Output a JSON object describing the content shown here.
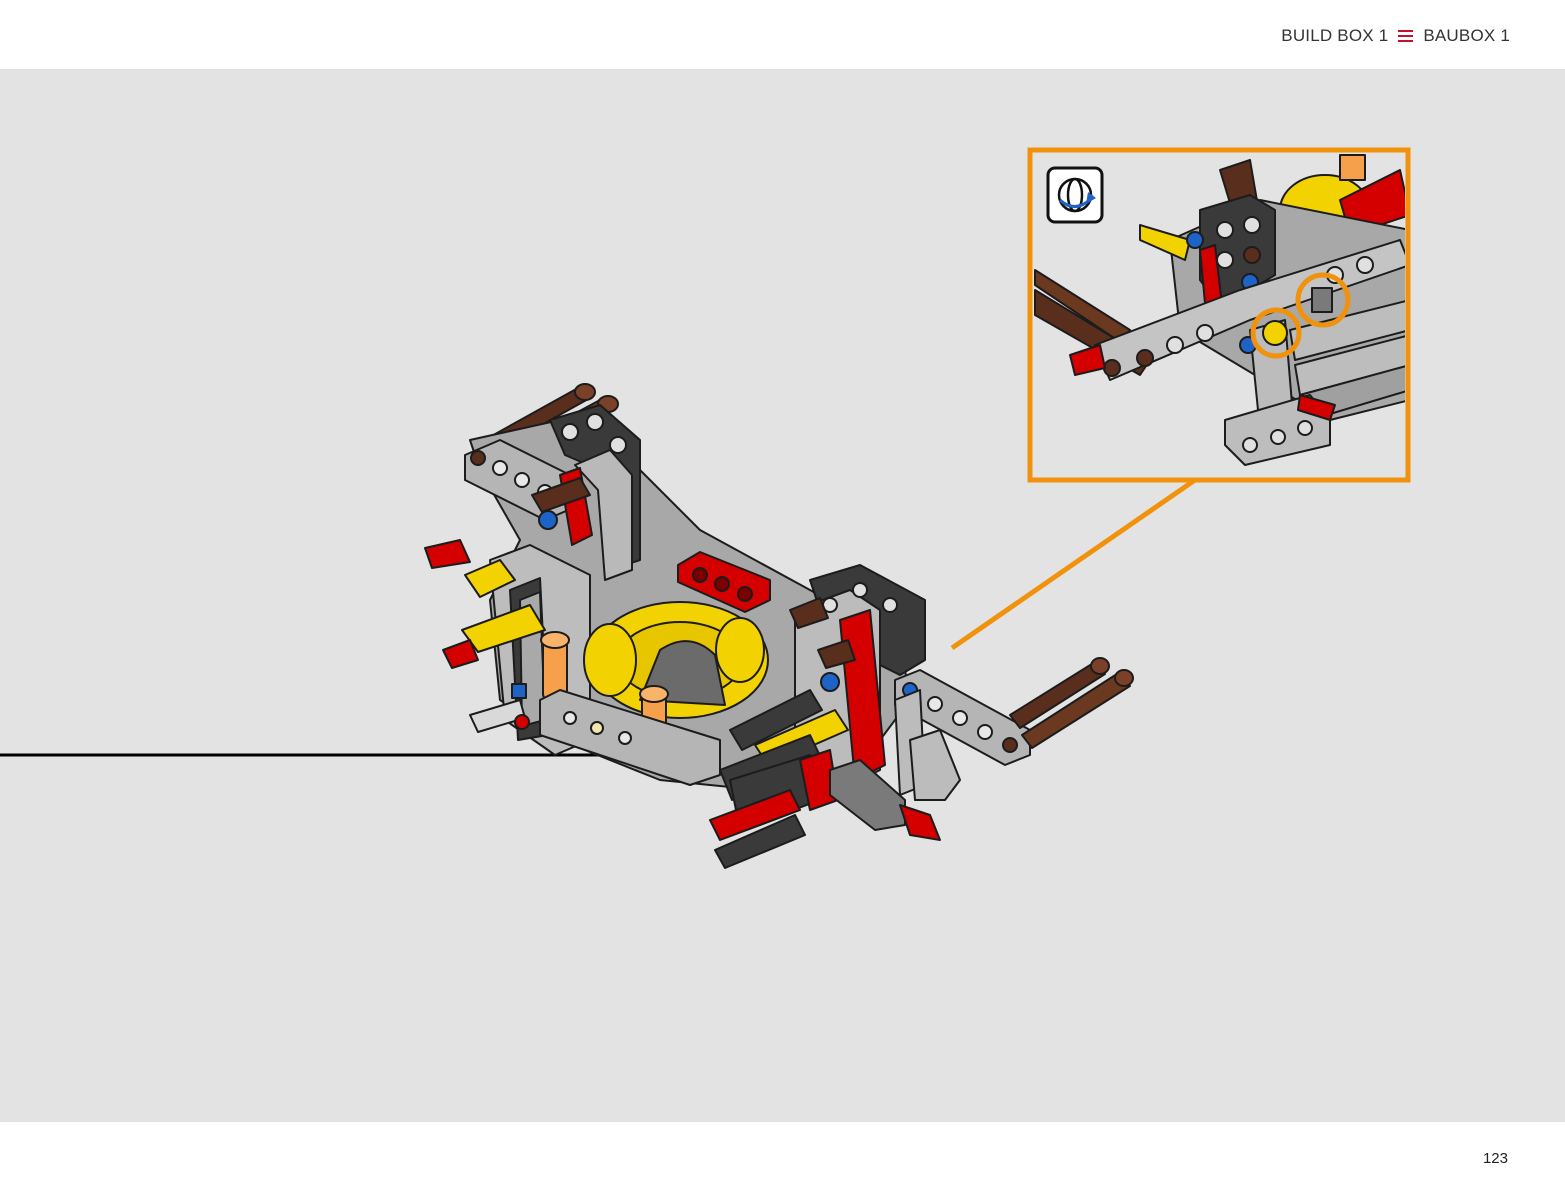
{
  "header": {
    "build_box_en": "BUILD BOX 1",
    "build_box_de": "BAUBOX 1",
    "equivalence_icon": "triple-bar-icon"
  },
  "footer": {
    "page_number": "123"
  },
  "callout": {
    "icon": "rotate-model-icon",
    "highlight_count": 2
  },
  "colors": {
    "background": "#e3e3e3",
    "callout_border": "#f0920c",
    "accent_red": "#c8102e",
    "light_gray": "#a8a8a8",
    "dark_gray": "#3a3a3a",
    "brown": "#5a2e1c",
    "yellow": "#f2d200",
    "orange": "#f7a04b",
    "blue": "#1e63c8",
    "red": "#d40000"
  }
}
